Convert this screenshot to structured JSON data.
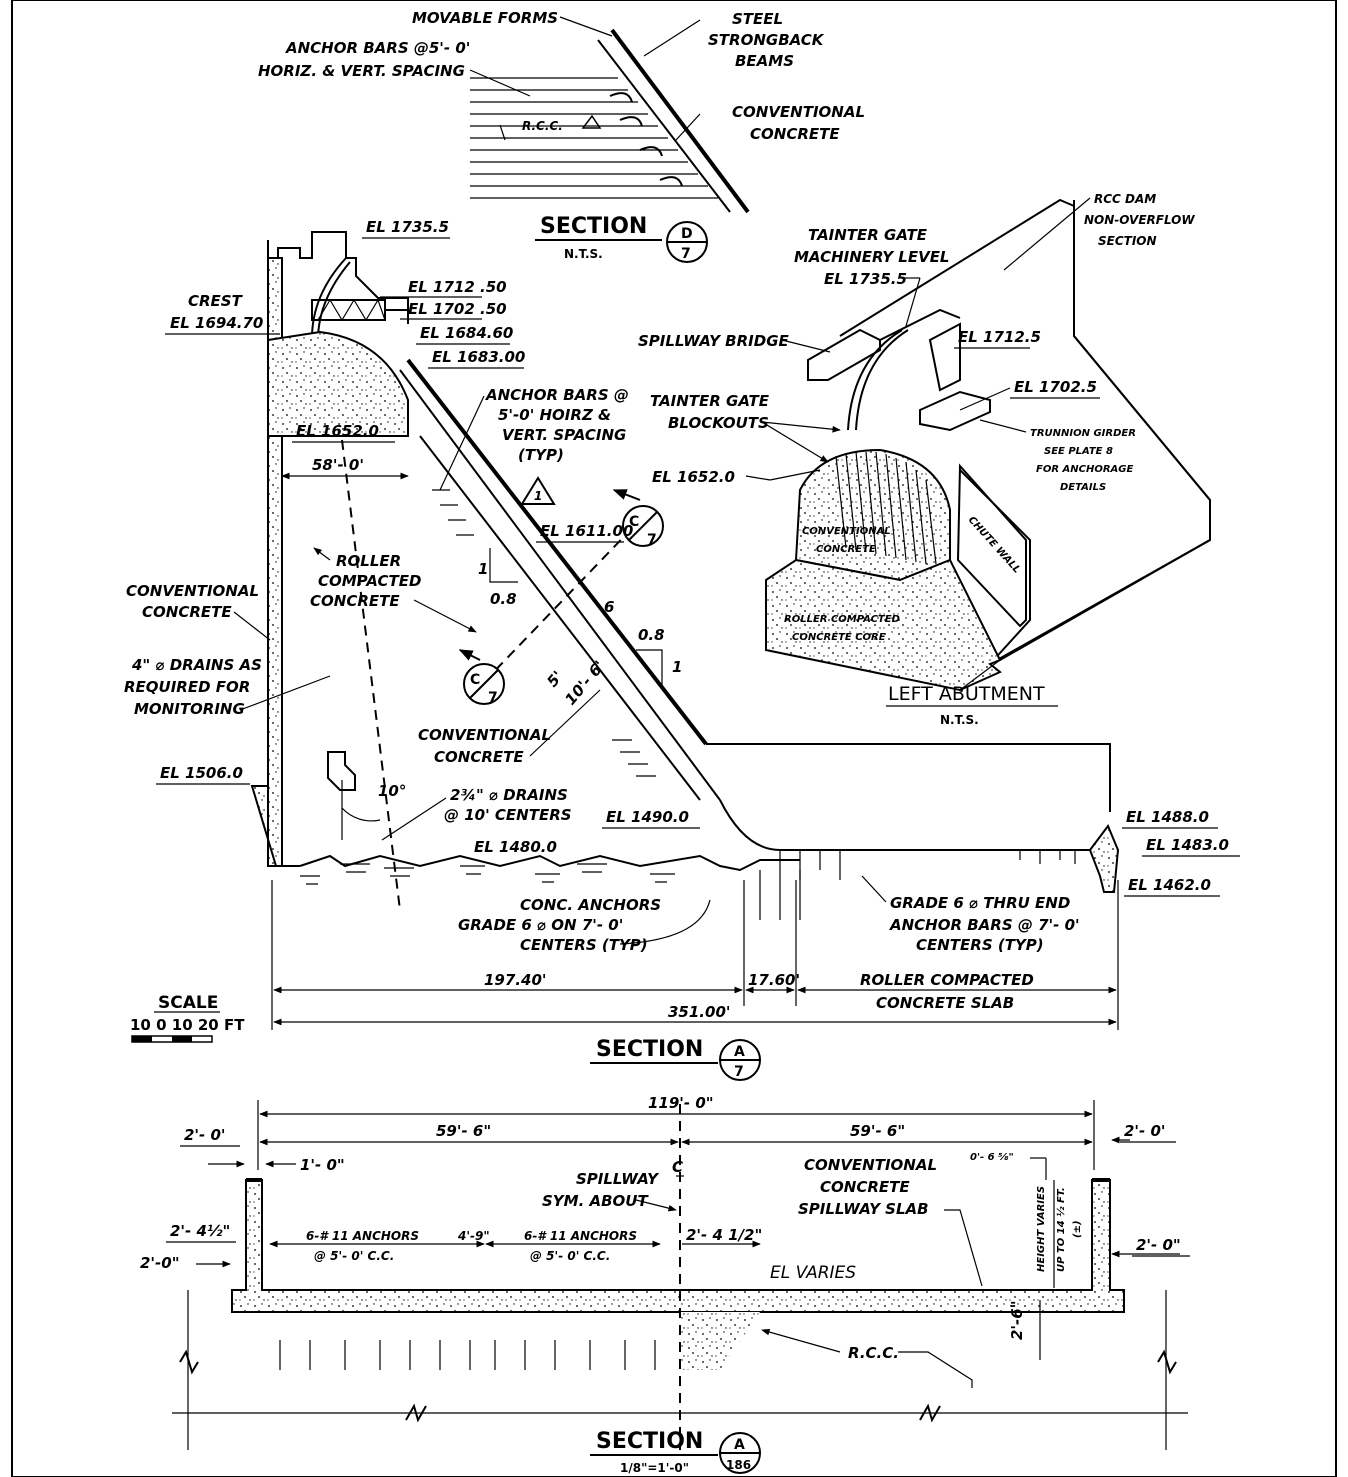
{
  "section_d": {
    "labels": {
      "movable_forms": "MOVABLE FORMS",
      "steel_strongback_1": "STEEL",
      "steel_strongback_2": "STRONGBACK",
      "steel_strongback_3": "BEAMS",
      "anchor_bars_1": "ANCHOR BARS @5'- 0'",
      "anchor_bars_2": "HORIZ. & VERT. SPACING",
      "rcc": "R.C.C.",
      "conv_concrete_1": "CONVENTIONAL",
      "conv_concrete_2": "CONCRETE"
    },
    "title": "SECTION",
    "scale": "N.T.S.",
    "callout_top": "D",
    "callout_bottom": "7"
  },
  "section_a": {
    "elevations": {
      "el_1735": "EL 1735.5",
      "el_1712": "EL 1712 .50",
      "el_1702": "EL 1702 .50",
      "crest_label": "CREST",
      "crest_el": "EL 1694.70",
      "el_1684": "EL 1684.60",
      "el_1683": "EL 1683.00",
      "el_1652": "EL 1652.0",
      "el_1611": "EL 1611.00",
      "el_1506": "EL 1506.0",
      "el_1490": "EL 1490.0",
      "el_1480": "EL 1480.0",
      "el_1488": "EL 1488.0",
      "el_1483": "EL 1483.0",
      "el_1462": "EL 1462.0"
    },
    "notes": {
      "anchor_bars_1": "ANCHOR BARS @",
      "anchor_bars_2": "5'-0' HOIRZ &",
      "anchor_bars_3": "VERT. SPACING",
      "anchor_bars_4": "(TYP)",
      "rcc_1": "ROLLER",
      "rcc_2": "COMPACTED",
      "rcc_3": "CONCRETE",
      "conv_1": "CONVENTIONAL",
      "conv_2": "CONCRETE",
      "drains_1": "4\" ⌀ DRAINS AS",
      "drains_2": "REQUIRED FOR",
      "drains_3": "MONITORING",
      "conv2_1": "CONVENTIONAL",
      "conv2_2": "CONCRETE",
      "drains2_1": "2¾\" ⌀ DRAINS",
      "drains2_2": "@ 10' CENTERS",
      "conc_anchor_1": "CONC. ANCHORS",
      "conc_anchor_2": "GRADE 6 ⌀ ON 7'- 0'",
      "conc_anchor_3": "CENTERS (TYP)",
      "grade6_1": "GRADE 6 ⌀ THRU END",
      "grade6_2": "ANCHOR BARS @ 7'- 0'",
      "grade6_3": "CENTERS (TYP)",
      "rcc_slab_1": "ROLLER COMPACTED",
      "rcc_slab_2": "CONCRETE SLAB"
    },
    "dims": {
      "d58": "58'- 0'",
      "slope_v": "1",
      "slope_h": "0.8",
      "slope2_h": "0.8",
      "slope2_v": "1",
      "num_6": "6",
      "d_5": "5'",
      "d_10_6": "10'- 6'",
      "angle": "10°",
      "d_197": "197.40'",
      "d_17": "17.60'",
      "d_351": "351.00'"
    },
    "revision_mark": "1",
    "callout_c_top": "C",
    "callout_c_bottom": "7",
    "title": "SECTION",
    "callout_top": "A",
    "callout_bottom": "7"
  },
  "scale": {
    "label": "SCALE",
    "ticks": "10 0 10 20 FT"
  },
  "left_abutment": {
    "labels": {
      "rcc_dam_1": "RCC DAM",
      "rcc_dam_2": "NON-OVERFLOW",
      "rcc_dam_3": "SECTION",
      "tainter_mach_1": "TAINTER GATE",
      "tainter_mach_2": "MACHINERY LEVEL",
      "tainter_mach_3": "EL 1735.5",
      "spillway_bridge": "SPILLWAY BRIDGE",
      "el_1712": "EL 1712.5",
      "el_1702": "EL 1702.5",
      "tainter_block_1": "TAINTER GATE",
      "tainter_block_2": "BLOCKOUTS",
      "trunnion_1": "TRUNNION GIRDER",
      "trunnion_2": "SEE PLATE 8",
      "trunnion_3": "FOR ANCHORAGE",
      "trunnion_4": "DETAILS",
      "el_1652": "EL 1652.0",
      "conv_1": "CONVENTIONAL",
      "conv_2": "CONCRETE",
      "chute_wall": "CHUTE WALL",
      "rcc_core_1": "ROLLER COMPACTED",
      "rcc_core_2": "CONCRETE CORE"
    },
    "title": "LEFT ABUTMENT",
    "scale": "N.T.S."
  },
  "section_a186": {
    "dims": {
      "d119": "119'- 0\"",
      "d59a": "59'- 6\"",
      "d59b": "59'- 6\"",
      "d2a": "2'- 0'",
      "d1": "1'- 0\"",
      "d2b": "2'- 0'",
      "d2_4_left": "2'- 4½\"",
      "d2_left2": "2'-0\"",
      "anchors_a1": "6-# 11 ANCHORS",
      "anchors_a2": "@ 5'- 0' C.C.",
      "d4_9": "4'-9\"",
      "anchors_b1": "6-# 11 ANCHORS",
      "anchors_b2": "@ 5'- 0' C.C.",
      "d2_4_right": "2'- 4 1/2\"",
      "d2_right": "2'- 0\"",
      "d0_6": "0'- 6 ⅝\"",
      "height_1": "HEIGHT VARIES",
      "height_2": "UP TO 14 ½ FT.",
      "height_3": "(±)",
      "d2_6": "2'-6\""
    },
    "labels": {
      "spillway_1": "SPILLWAY",
      "spillway_2": "SYM. ABOUT",
      "cl": "C",
      "conv_1": "CONVENTIONAL",
      "conv_2": "CONCRETE",
      "conv_3": "SPILLWAY SLAB",
      "el_varies": "EL VARIES",
      "rcc": "R.C.C."
    },
    "title": "SECTION",
    "scale": "1/8\"=1'-0\"",
    "callout_top": "A",
    "callout_bottom": "186"
  }
}
